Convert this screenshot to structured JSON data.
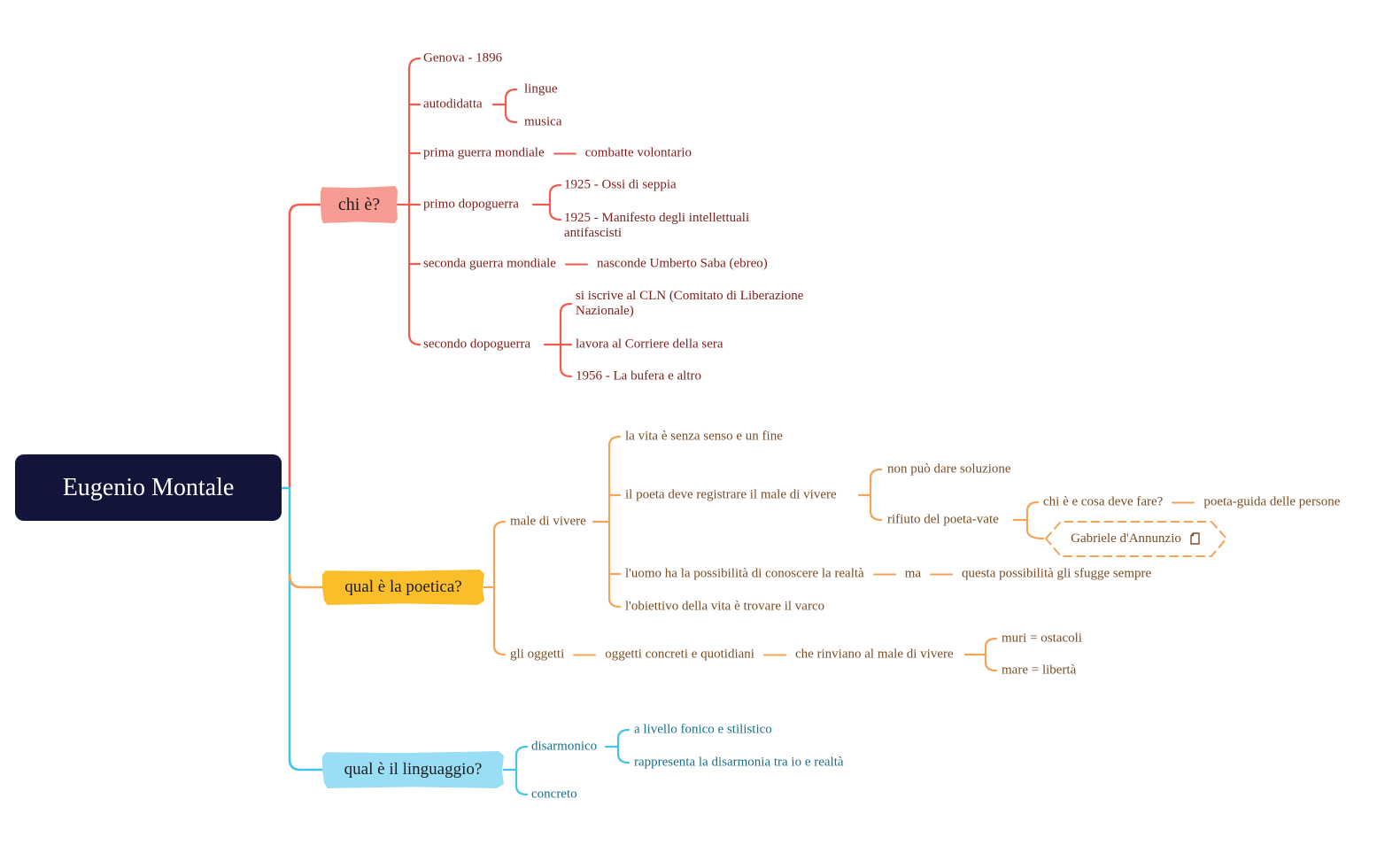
{
  "colors": {
    "red_line": "#f15b4f",
    "red_text": "#7e1e1e",
    "salmon_box": "#f79c93",
    "yellow_box": "#f9be2a",
    "orange_line": "#f2a45a",
    "orange_text": "#7a4e26",
    "cyan_line": "#45c4e8",
    "blue_box": "#9adef5",
    "teal_text": "#17708a",
    "root_box": "#12143a",
    "root_text": "#ffffff"
  },
  "map": {
    "root": {
      "label": "Eugenio Montale"
    },
    "chi": {
      "label": "chi è?",
      "genova": "Genova - 1896",
      "autodidatta": "autodidatta",
      "lingue": "lingue",
      "musica": "musica",
      "prima_guerra": "prima guerra mondiale",
      "combatte": "combatte volontario",
      "primo_dopoguerra": "primo dopoguerra",
      "ossi": "1925 - Ossi di seppia",
      "manifesto": "1925 - Manifesto degli intellettuali antifascisti",
      "seconda_guerra": "seconda guerra mondiale",
      "nasconde": "nasconde Umberto Saba (ebreo)",
      "secondo_dopoguerra": "secondo dopoguerra",
      "cln": "si iscrive al CLN (Comitato di Liberazione Nazionale)",
      "corriere": "lavora al Corriere della sera",
      "bufera": "1956 - La bufera e altro"
    },
    "poetica": {
      "label": "qual è la poetica?",
      "male_di_vivere": "male di vivere",
      "vita_senza_senso": "la vita è senza senso e un fine",
      "poeta_registra": "il poeta deve registrare il male di vivere",
      "non_puo": "non può dare soluzione",
      "rifiuto_vate": "rifiuto del poeta-vate",
      "chi_cosa": "chi è e cosa deve fare?",
      "poeta_guida": "poeta-guida delle persone",
      "dannunzio": "Gabriele d'Annunzio",
      "uomo_possibilita": "l'uomo ha la possibilità di conoscere la realtà",
      "ma": "ma",
      "possibilita_sfugge": "questa possibilità gli sfugge sempre",
      "obiettivo_varco": "l'obiettivo della vita è trovare il varco",
      "gli_oggetti": "gli oggetti",
      "oggetti_concreti": "oggetti concreti e quotidiani",
      "rinviano": "che rinviano al male di vivere",
      "muri": "muri = ostacoli",
      "mare": "mare = libertà"
    },
    "linguaggio": {
      "label": "qual è il linguaggio?",
      "disarmonico": "disarmonico",
      "fonico": "a livello fonico e stilistico",
      "disarmonia": "rappresenta la disarmonia tra io e realtà",
      "concreto": "concreto"
    }
  }
}
